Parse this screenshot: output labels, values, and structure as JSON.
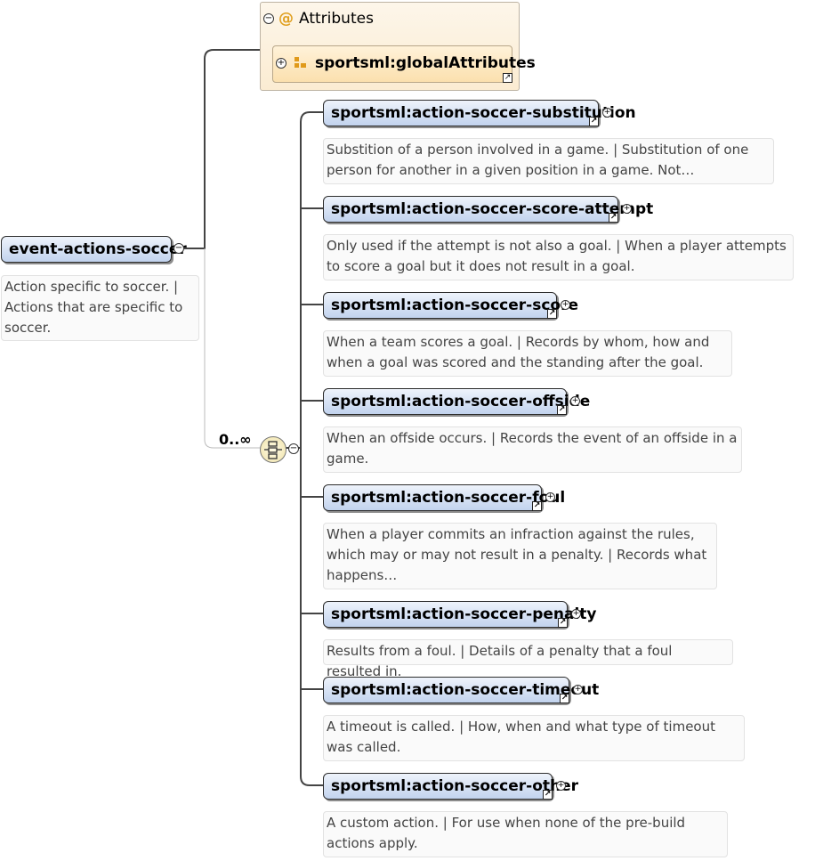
{
  "root": {
    "name": "event-actions-soccer",
    "doc": "Action specific to soccer. | Actions that are specific to soccer."
  },
  "attributes": {
    "title": "Attributes",
    "group": "sportsml:globalAttributes"
  },
  "sequence": {
    "cardinality": "0..∞"
  },
  "children": [
    {
      "name": "sportsml:action-soccer-substitution",
      "doc": "Substition of a person involved in a game. | Substitution of one person for another in a given position in a game. Not…"
    },
    {
      "name": "sportsml:action-soccer-score-attempt",
      "doc": "Only used if the attempt is not also a goal. | When a player attempts to score a goal but it does not result in a goal."
    },
    {
      "name": "sportsml:action-soccer-score",
      "doc": "When a team scores a goal. | Records by whom, how and when a goal was scored and the standing after the goal."
    },
    {
      "name": "sportsml:action-soccer-offside",
      "doc": "When an offside occurs. | Records the event of an offside in a game."
    },
    {
      "name": "sportsml:action-soccer-foul",
      "doc": "When a player commits an infraction against the rules, which may or may not result in a penalty. | Records what happens…"
    },
    {
      "name": "sportsml:action-soccer-penalty",
      "doc": "Results from a foul. | Details of a penalty that a foul resulted in."
    },
    {
      "name": "sportsml:action-soccer-timeout",
      "doc": "A timeout is called. | How, when and what type of timeout was called."
    },
    {
      "name": "sportsml:action-soccer-other",
      "doc": "A custom action. | For use when none of the pre-build actions apply."
    }
  ]
}
